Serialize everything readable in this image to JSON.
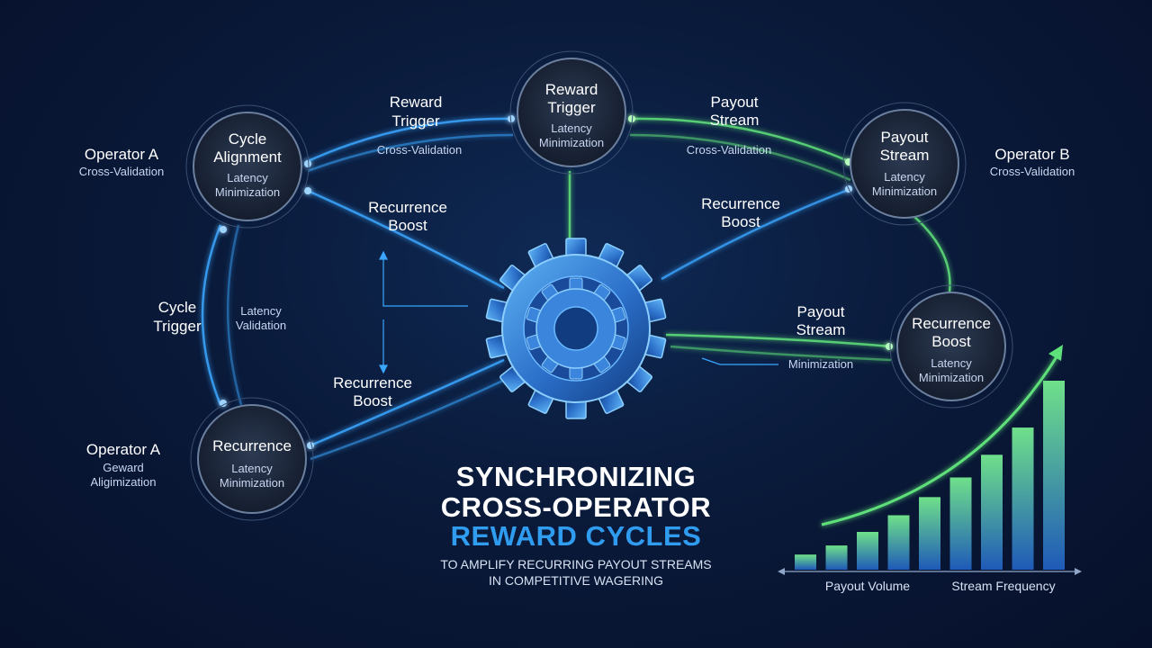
{
  "headline": {
    "line1": "SYNCHRONIZING",
    "line2": "CROSS-OPERATOR",
    "line3": "REWARD CYCLES",
    "sub1": "TO AMPLIFY RECURRING PAYOUT STREAMS",
    "sub2": "IN COMPETITIVE WAGERING"
  },
  "nodes": {
    "cycle_alignment": {
      "title1": "Cycle",
      "title2": "Alignment",
      "sub1": "Latency",
      "sub2": "Minimization"
    },
    "reward_trigger": {
      "title1": "Reward",
      "title2": "Trigger",
      "sub1": "Latency",
      "sub2": "Minimization"
    },
    "payout_stream": {
      "title1": "Payout",
      "title2": "Stream",
      "sub1": "Latency",
      "sub2": "Minimization"
    },
    "recurrence": {
      "title1": "Recurrence",
      "sub1": "Latency",
      "sub2": "Minimization"
    },
    "recurrence_boost": {
      "title1": "Recurrence",
      "title2": "Boost",
      "sub1": "Latency",
      "sub2": "Minimization"
    }
  },
  "operators": {
    "op_a_top": {
      "title": "Operator A",
      "sub": "Cross-Validation"
    },
    "op_b": {
      "title": "Operator B",
      "sub": "Cross-Validation"
    },
    "op_a_bottom": {
      "title": "Operator A",
      "sub1": "Geward",
      "sub2": "Aligimization"
    }
  },
  "edges": {
    "reward_trigger": {
      "line1": "Reward",
      "line2": "Trigger",
      "sub": "Cross-Validation"
    },
    "payout_stream_top": {
      "line1": "Payout",
      "line2": "Stream",
      "sub": "Cross-Validation"
    },
    "recurrence_boost_left": {
      "line1": "Recurrence",
      "line2": "Boost"
    },
    "recurrence_boost_right": {
      "line1": "Recurrence",
      "line2": "Boost"
    },
    "cycle_trigger": {
      "line1": "Cycle",
      "line2": "Trigger"
    },
    "latency_validation": {
      "line1": "Latency",
      "line2": "Validation"
    },
    "recurrence_boost_bottom": {
      "line1": "Recurrence",
      "line2": "Boost"
    },
    "payout_stream_right": {
      "line1": "Payout",
      "line2": "Stream",
      "sub": "Minimization"
    }
  },
  "chart": {
    "xlabel_left": "Payout Volume",
    "xlabel_right": "Stream Frequency",
    "bar_color_top": "#6fe08a",
    "bar_color_bottom": "#1f5ab8"
  },
  "chart_data": {
    "type": "bar",
    "values": [
      1,
      1.6,
      2.5,
      3.6,
      4.8,
      6.1,
      7.6,
      9.4,
      12.5
    ],
    "trend": "rising-arrow"
  },
  "colors": {
    "accent_blue": "#2f9cf0",
    "accent_green": "#5ee07a",
    "background": "#0a1a3a"
  }
}
